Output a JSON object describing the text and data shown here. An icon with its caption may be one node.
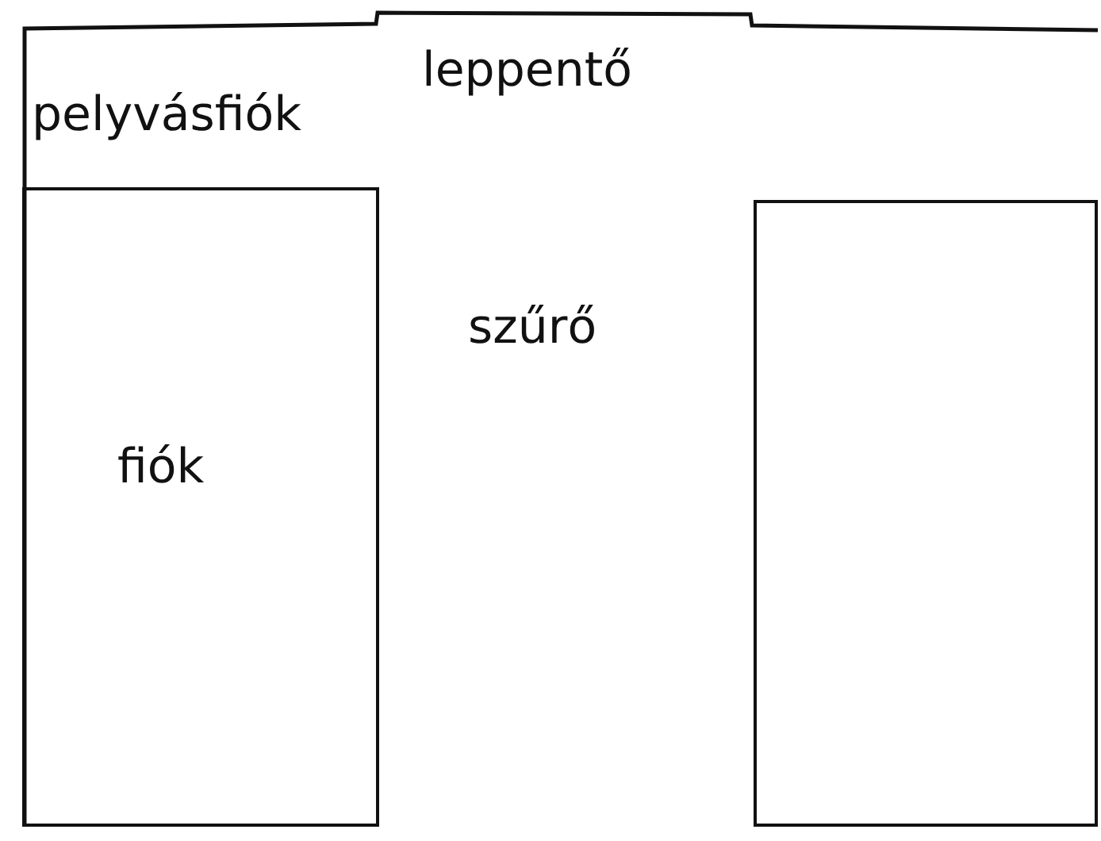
{
  "diagram": {
    "nodes": [
      {
        "text": [],
        "shape": "box"
      },
      {
        "text": [
          "fiók"
        ],
        "in": 0
      },
      {
        "text": [],
        "shape": "box",
        "in": 0
      }
    ],
    "labels": [
      "pelyvásfiók",
      "leppentő",
      "szűrő"
    ]
  }
}
